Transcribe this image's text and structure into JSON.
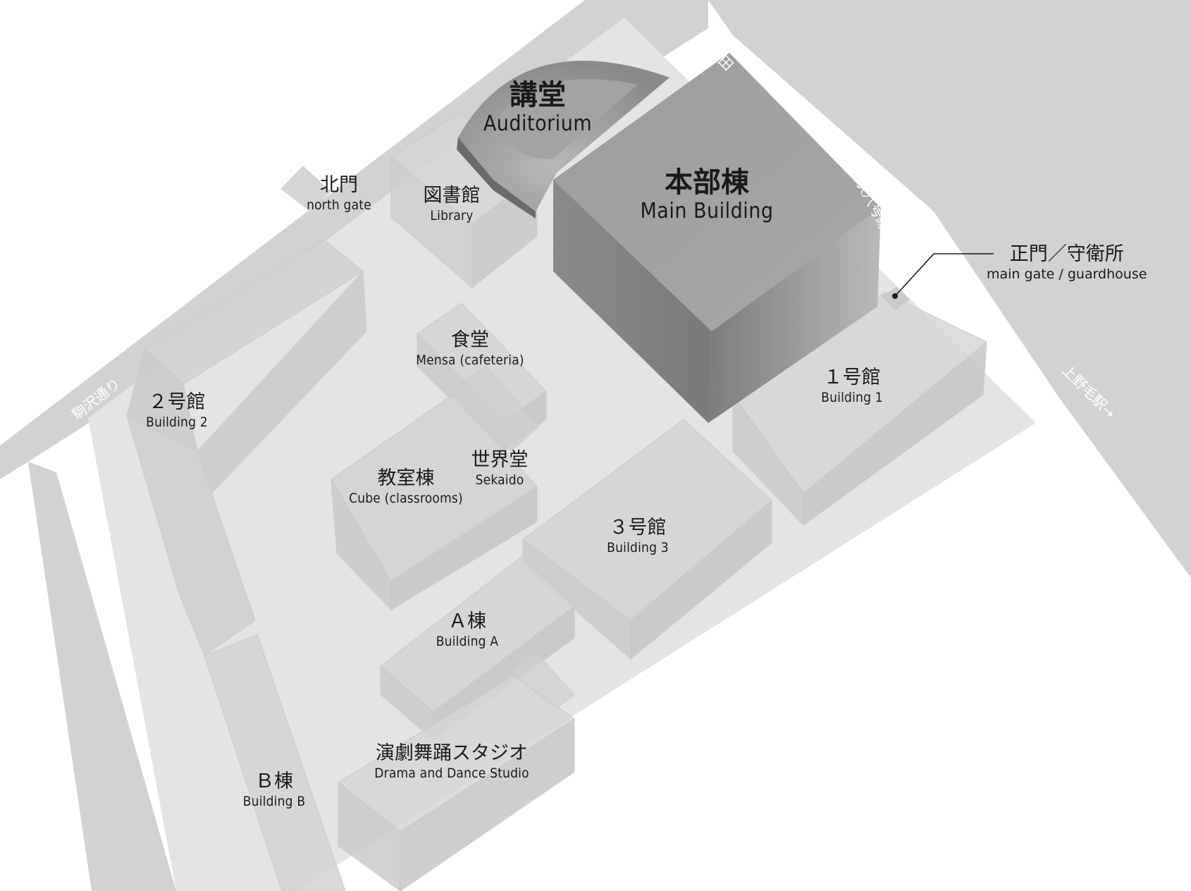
{
  "buildings": {
    "auditorium": {
      "ja": "講堂",
      "en": "Auditorium"
    },
    "main_building": {
      "ja": "本部棟",
      "en": "Main Building"
    },
    "north_gate": {
      "ja": "北門",
      "en": "north gate"
    },
    "library": {
      "ja": "図書館",
      "en": "Library"
    },
    "main_gate": {
      "ja": "正門／守衛所",
      "en": "main gate / guardhouse"
    },
    "cafeteria": {
      "ja": "食堂",
      "en": "Mensa (cafeteria)"
    },
    "building_1": {
      "ja": "１号館",
      "en": "Building 1"
    },
    "building_2": {
      "ja": "２号館",
      "en": "Building 2"
    },
    "sekaido": {
      "ja": "世界堂",
      "en": "Sekaido"
    },
    "cube": {
      "ja": "教室棟",
      "en": "Cube (classrooms)"
    },
    "building_3": {
      "ja": "３号館",
      "en": "Building 3"
    },
    "building_a": {
      "ja": "Ａ棟",
      "en": "Building A"
    },
    "studio": {
      "ja": "演劇舞踊スタジオ",
      "en": "Drama and Dance Studio"
    },
    "building_b": {
      "ja": "Ｂ棟",
      "en": "Building B"
    }
  },
  "roads": {
    "setagaya": "←瀬田",
    "kanpachi": "環状八号線",
    "kamino_station": "上野毛駅→",
    "komazawa": "駒沢通り"
  }
}
